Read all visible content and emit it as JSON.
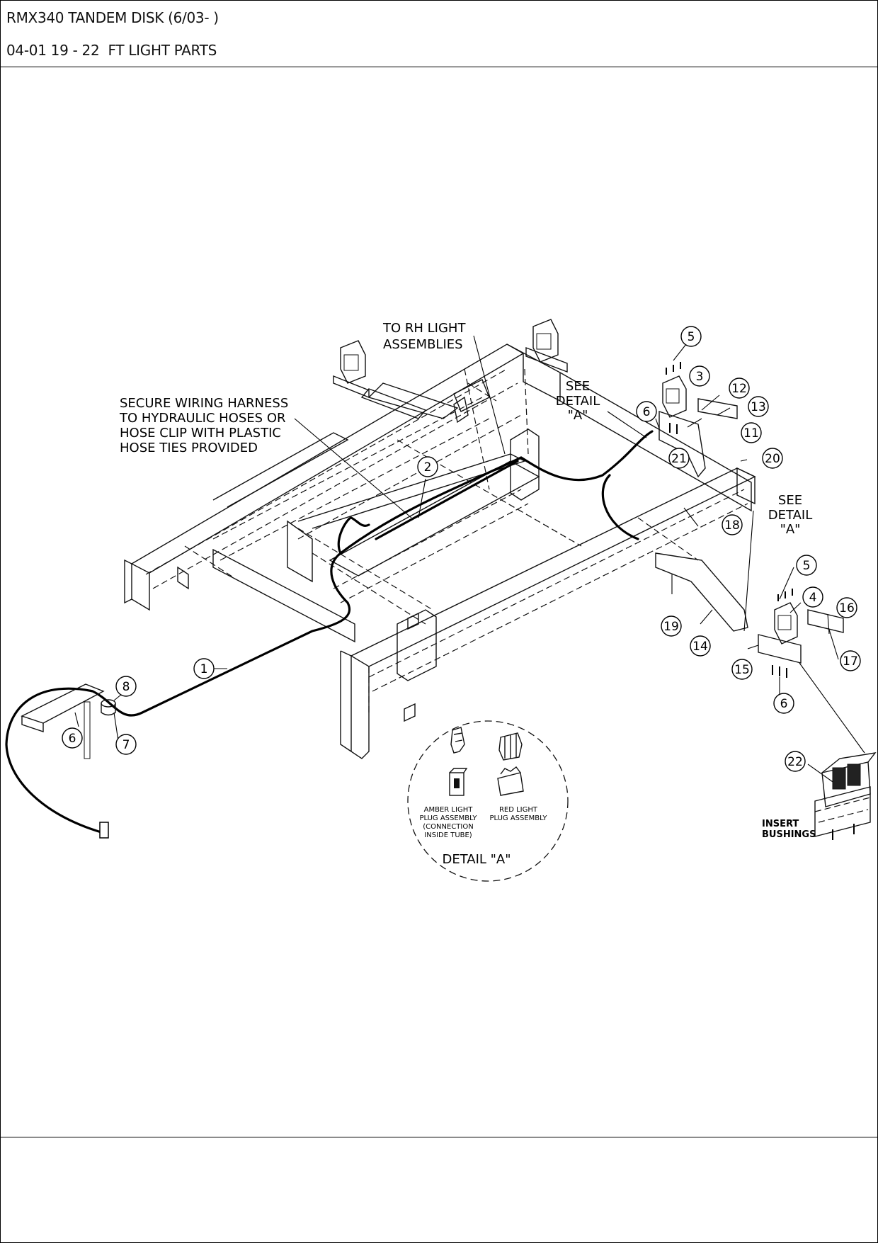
{
  "header": {
    "title": "RMX340 TANDEM DISK (6/03- )",
    "subtitle": "04-01 19 - 22  FT LIGHT PARTS"
  },
  "notes": {
    "to_rh_line1": "TO RH LIGHT",
    "to_rh_line2": "ASSEMBLIES",
    "secure_line1": "SECURE WIRING HARNESS",
    "secure_line2": "TO HYDRAULIC HOSES OR",
    "secure_line3": "HOSE CLIP WITH PLASTIC",
    "secure_line4": "HOSE TIES PROVIDED",
    "see_detail_line1": "SEE",
    "see_detail_line2": "DETAIL",
    "see_detail_line3": "\"A\"",
    "insert_line1": "INSERT",
    "insert_line2": "BUSHINGS"
  },
  "detail_a": {
    "title": "DETAIL  \"A\"",
    "amber_line1": "AMBER LIGHT",
    "amber_line2": "PLUG ASSEMBLY",
    "amber_line3": "(CONNECTION",
    "amber_line4": "INSIDE TUBE)",
    "red_line1": "RED LIGHT",
    "red_line2": "PLUG ASSEMBLY"
  },
  "callouts": [
    "1",
    "2",
    "3",
    "4",
    "5",
    "6",
    "7",
    "8",
    "11",
    "12",
    "13",
    "14",
    "15",
    "16",
    "17",
    "18",
    "19",
    "20",
    "21",
    "22"
  ]
}
